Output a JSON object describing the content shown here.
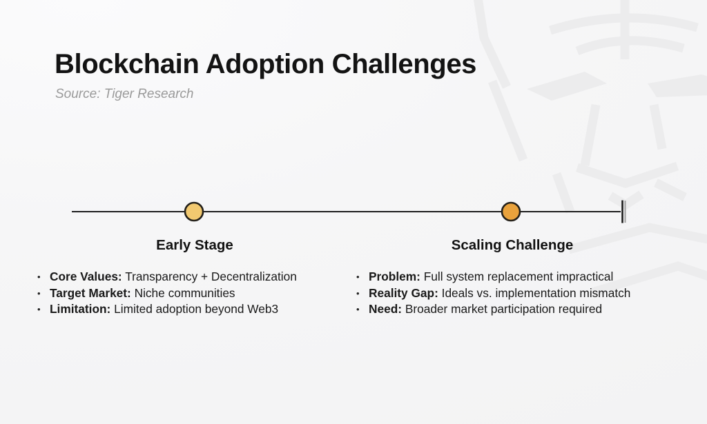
{
  "header": {
    "title": "Blockchain Adoption Challenges",
    "source": "Source: Tiger Research"
  },
  "glyphs": {
    "bullet": "•"
  },
  "colors": {
    "background": "#F6F6F7",
    "watermark": "#ECECED",
    "title_text": "#131313",
    "source_text": "#9A9A9A",
    "axis_line": "#1C1C1C",
    "dot_outline": "#23201A",
    "dot_early": "#F2C970",
    "dot_scaling": "#E9A23C"
  },
  "timeline": {
    "stages": [
      {
        "label": "Early Stage",
        "dot_color": "#F2C970",
        "bullets": [
          {
            "term": "Core Values:",
            "text": " Transparency + Decentralization"
          },
          {
            "term": "Target Market:",
            "text": " Niche communities"
          },
          {
            "term": "Limitation:",
            "text": " Limited adoption beyond Web3"
          }
        ]
      },
      {
        "label": "Scaling Challenge",
        "dot_color": "#E9A23C",
        "bullets": [
          {
            "term": "Problem:",
            "text": " Full system replacement impractical"
          },
          {
            "term": "Reality Gap:",
            "text": " Ideals vs. implementation mismatch"
          },
          {
            "term": "Need:",
            "text": " Broader market participation required"
          }
        ]
      }
    ]
  }
}
